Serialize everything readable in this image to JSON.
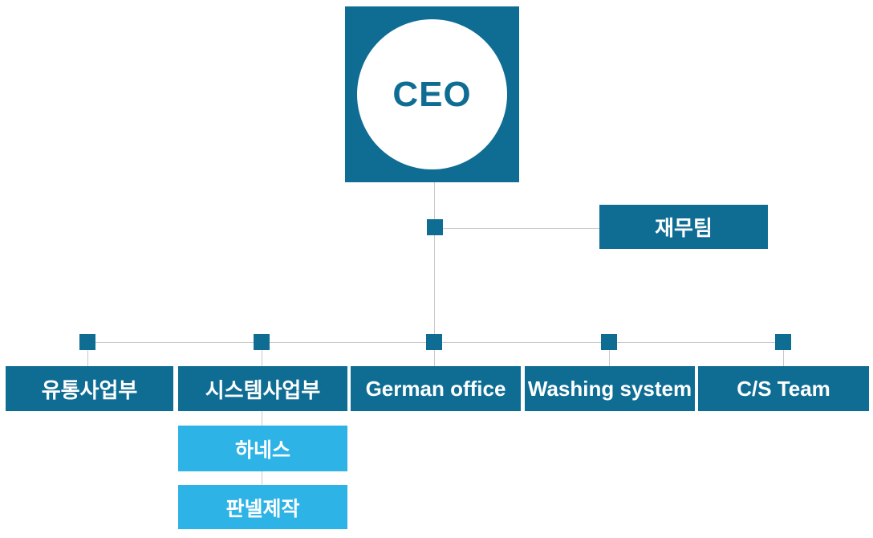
{
  "org": {
    "root": {
      "label": "CEO"
    },
    "finance": {
      "label": "재무팀"
    },
    "departments": [
      {
        "label": "유통사업부"
      },
      {
        "label": "시스템사업부"
      },
      {
        "label": "German office"
      },
      {
        "label": "Washing system"
      },
      {
        "label": "C/S Team"
      }
    ],
    "sub_departments": [
      {
        "label": "하네스"
      },
      {
        "label": "판넬제작"
      }
    ]
  },
  "colors": {
    "primary_teal": "#0f6d94",
    "accent_light_blue": "#2db3e6",
    "connector_line": "#c9c9c9",
    "box_text": "#ffffff",
    "ceo_text": "#0f6d94",
    "background": "#ffffff"
  }
}
